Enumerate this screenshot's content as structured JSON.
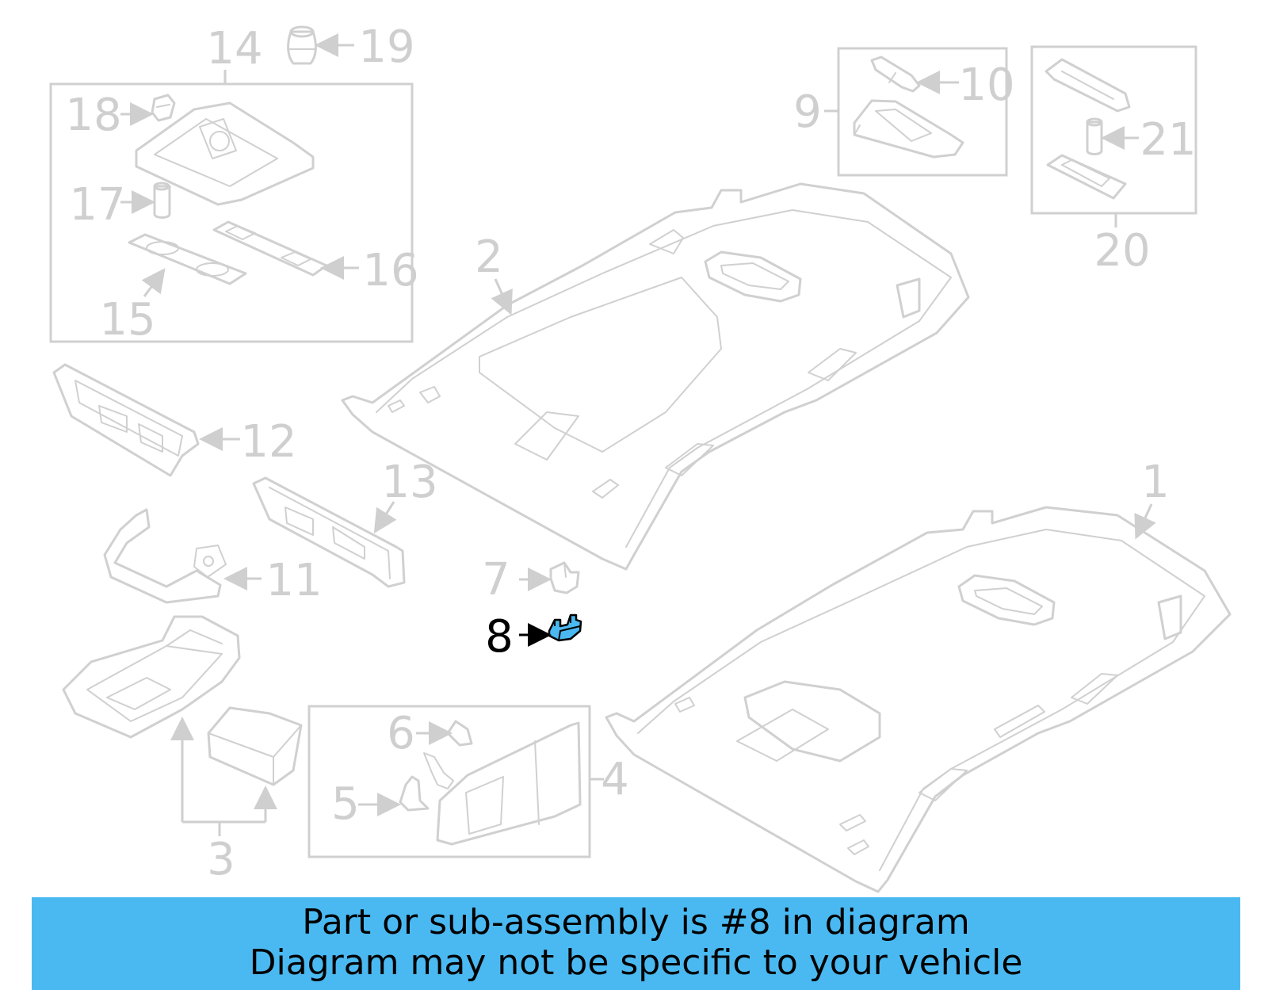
{
  "diagram": {
    "highlighted_part": "8",
    "highlight_color": "#4ab9f1",
    "callouts": {
      "c1": "1",
      "c2": "2",
      "c3": "3",
      "c4": "4",
      "c5": "5",
      "c6": "6",
      "c7": "7",
      "c8": "8",
      "c9": "9",
      "c10": "10",
      "c11": "11",
      "c12": "12",
      "c13": "13",
      "c14": "14",
      "c15": "15",
      "c16": "16",
      "c17": "17",
      "c18": "18",
      "c19": "19",
      "c20": "20",
      "c21": "21"
    }
  },
  "banner": {
    "line1": "Part or sub-assembly is #8 in diagram",
    "line2": "Diagram may not be specific to your vehicle",
    "color": "#4ab9f1"
  }
}
